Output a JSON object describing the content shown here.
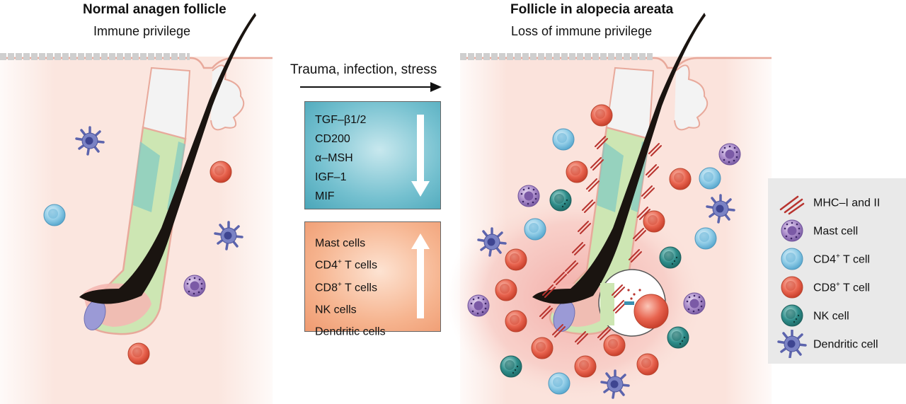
{
  "left_panel": {
    "title": "Normal anagen follicle",
    "subtitle": "Immune privilege"
  },
  "right_panel": {
    "title": "Follicle in alopecia areata",
    "subtitle": "Loss of immune privilege"
  },
  "trigger": {
    "label": "Trauma, infection, stress"
  },
  "decreased_factors": {
    "direction": "down",
    "items": [
      "TGF–β1/2",
      "CD200",
      "α–MSH",
      "IGF–1",
      "MIF"
    ]
  },
  "increased_cells": {
    "direction": "up",
    "items": [
      {
        "base": "Mast cells",
        "sup": "",
        "rest": ""
      },
      {
        "base": "CD4",
        "sup": "+",
        "rest": " T cells"
      },
      {
        "base": "CD8",
        "sup": "+",
        "rest": " T cells"
      },
      {
        "base": "NK cells",
        "sup": "",
        "rest": ""
      },
      {
        "base": "Dendritic cells",
        "sup": "",
        "rest": ""
      }
    ]
  },
  "legend": {
    "items": [
      {
        "base": "MHC–I and II",
        "sup": "",
        "rest": ""
      },
      {
        "base": "Mast cell",
        "sup": "",
        "rest": ""
      },
      {
        "base": "CD4",
        "sup": "+",
        "rest": " T cell"
      },
      {
        "base": "CD8",
        "sup": "+",
        "rest": " T cell"
      },
      {
        "base": "NK cell",
        "sup": "",
        "rest": ""
      },
      {
        "base": "Dendritic cell",
        "sup": "",
        "rest": ""
      }
    ]
  },
  "colors": {
    "skin_tint": "#fbe6df",
    "inflammation": "#f2a9a4",
    "hair_shaft": "#1a1410",
    "outer_sheath": "#cde6b3",
    "matrix_pink": "#f4b8b2",
    "teal_cells": "#7fc9c3",
    "mast_cell": "#a98bc9",
    "cd4_cell": "#8ecbe6",
    "cd8_cell": "#e8644f",
    "nk_cell": "#2f8d8a",
    "dendritic_cell": "#6a73b8",
    "mhc_marker": "#b8342f",
    "box_down": "#5fb3c4",
    "box_up": "#f3a67e",
    "legend_bg": "#e9e9e9"
  }
}
